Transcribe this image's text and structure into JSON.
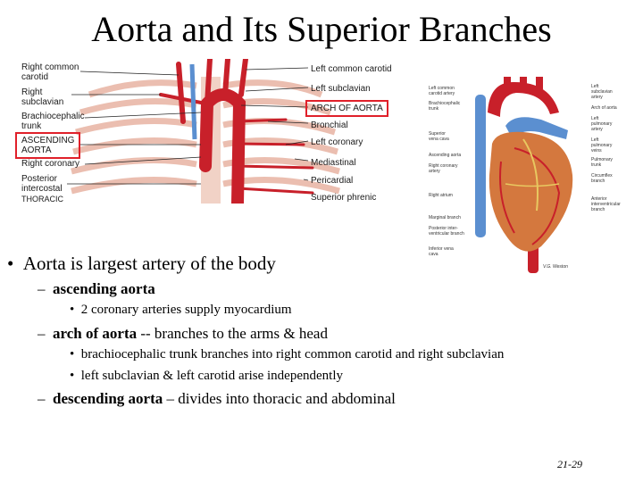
{
  "title": "Aorta and Its Superior Branches",
  "figure_left": {
    "labels_left": [
      "Right common",
      "carotid",
      "Right",
      "subclavian",
      "Brachiocephalic",
      "trunk",
      "ASCENDING",
      "AORTA",
      "Right coronary",
      "Posterior",
      "intercostal",
      "THORACIC"
    ],
    "labels_right": [
      "Left common carotid",
      "Left subclavian",
      "ARCH OF AORTA",
      "Bronchial",
      "Left coronary",
      "Mediastinal",
      "Pericardial",
      "Superior phrenic"
    ]
  },
  "figure_right": {
    "labels_left": [
      "Left common",
      "carotid artery",
      "Brachiocephalic",
      "trunk",
      "Superior",
      "vena cava",
      "Ascending aorta",
      "Right coronary",
      "artery",
      "Right atrium",
      "Marginal branch",
      "Posterior inter-",
      "ventricular branch",
      "Inferior vena",
      "cava"
    ],
    "labels_right": [
      "Left",
      "subclavian",
      "artery",
      "Arch of aorta",
      "Left",
      "pulmonary",
      "artery",
      "Left",
      "pulmonary",
      "veins",
      "Pulmonary",
      "trunk",
      "Circumflex",
      "branch",
      "Anterior",
      "interventricular",
      "branch"
    ],
    "signature": "V.G. Weston"
  },
  "bullets": {
    "b1": "Aorta is largest artery of the body",
    "b2a_bold": "ascending aorta",
    "b3a": "2 coronary arteries supply myocardium",
    "b2b_bold": "arch of aorta",
    "b2b_rest": " -- branches to the arms & head",
    "b3b": "brachiocephalic trunk branches into right common carotid and right subclavian",
    "b3c": "left subclavian & left carotid arise independently",
    "b2c_bold": "descending aorta",
    "b2c_rest": " – divides into thoracic and abdominal"
  },
  "page_number": "21-29",
  "colors": {
    "artery": "#c8202a",
    "vein": "#5b8fd0",
    "box": "#e0202a",
    "rib": "#e9b8a8"
  }
}
